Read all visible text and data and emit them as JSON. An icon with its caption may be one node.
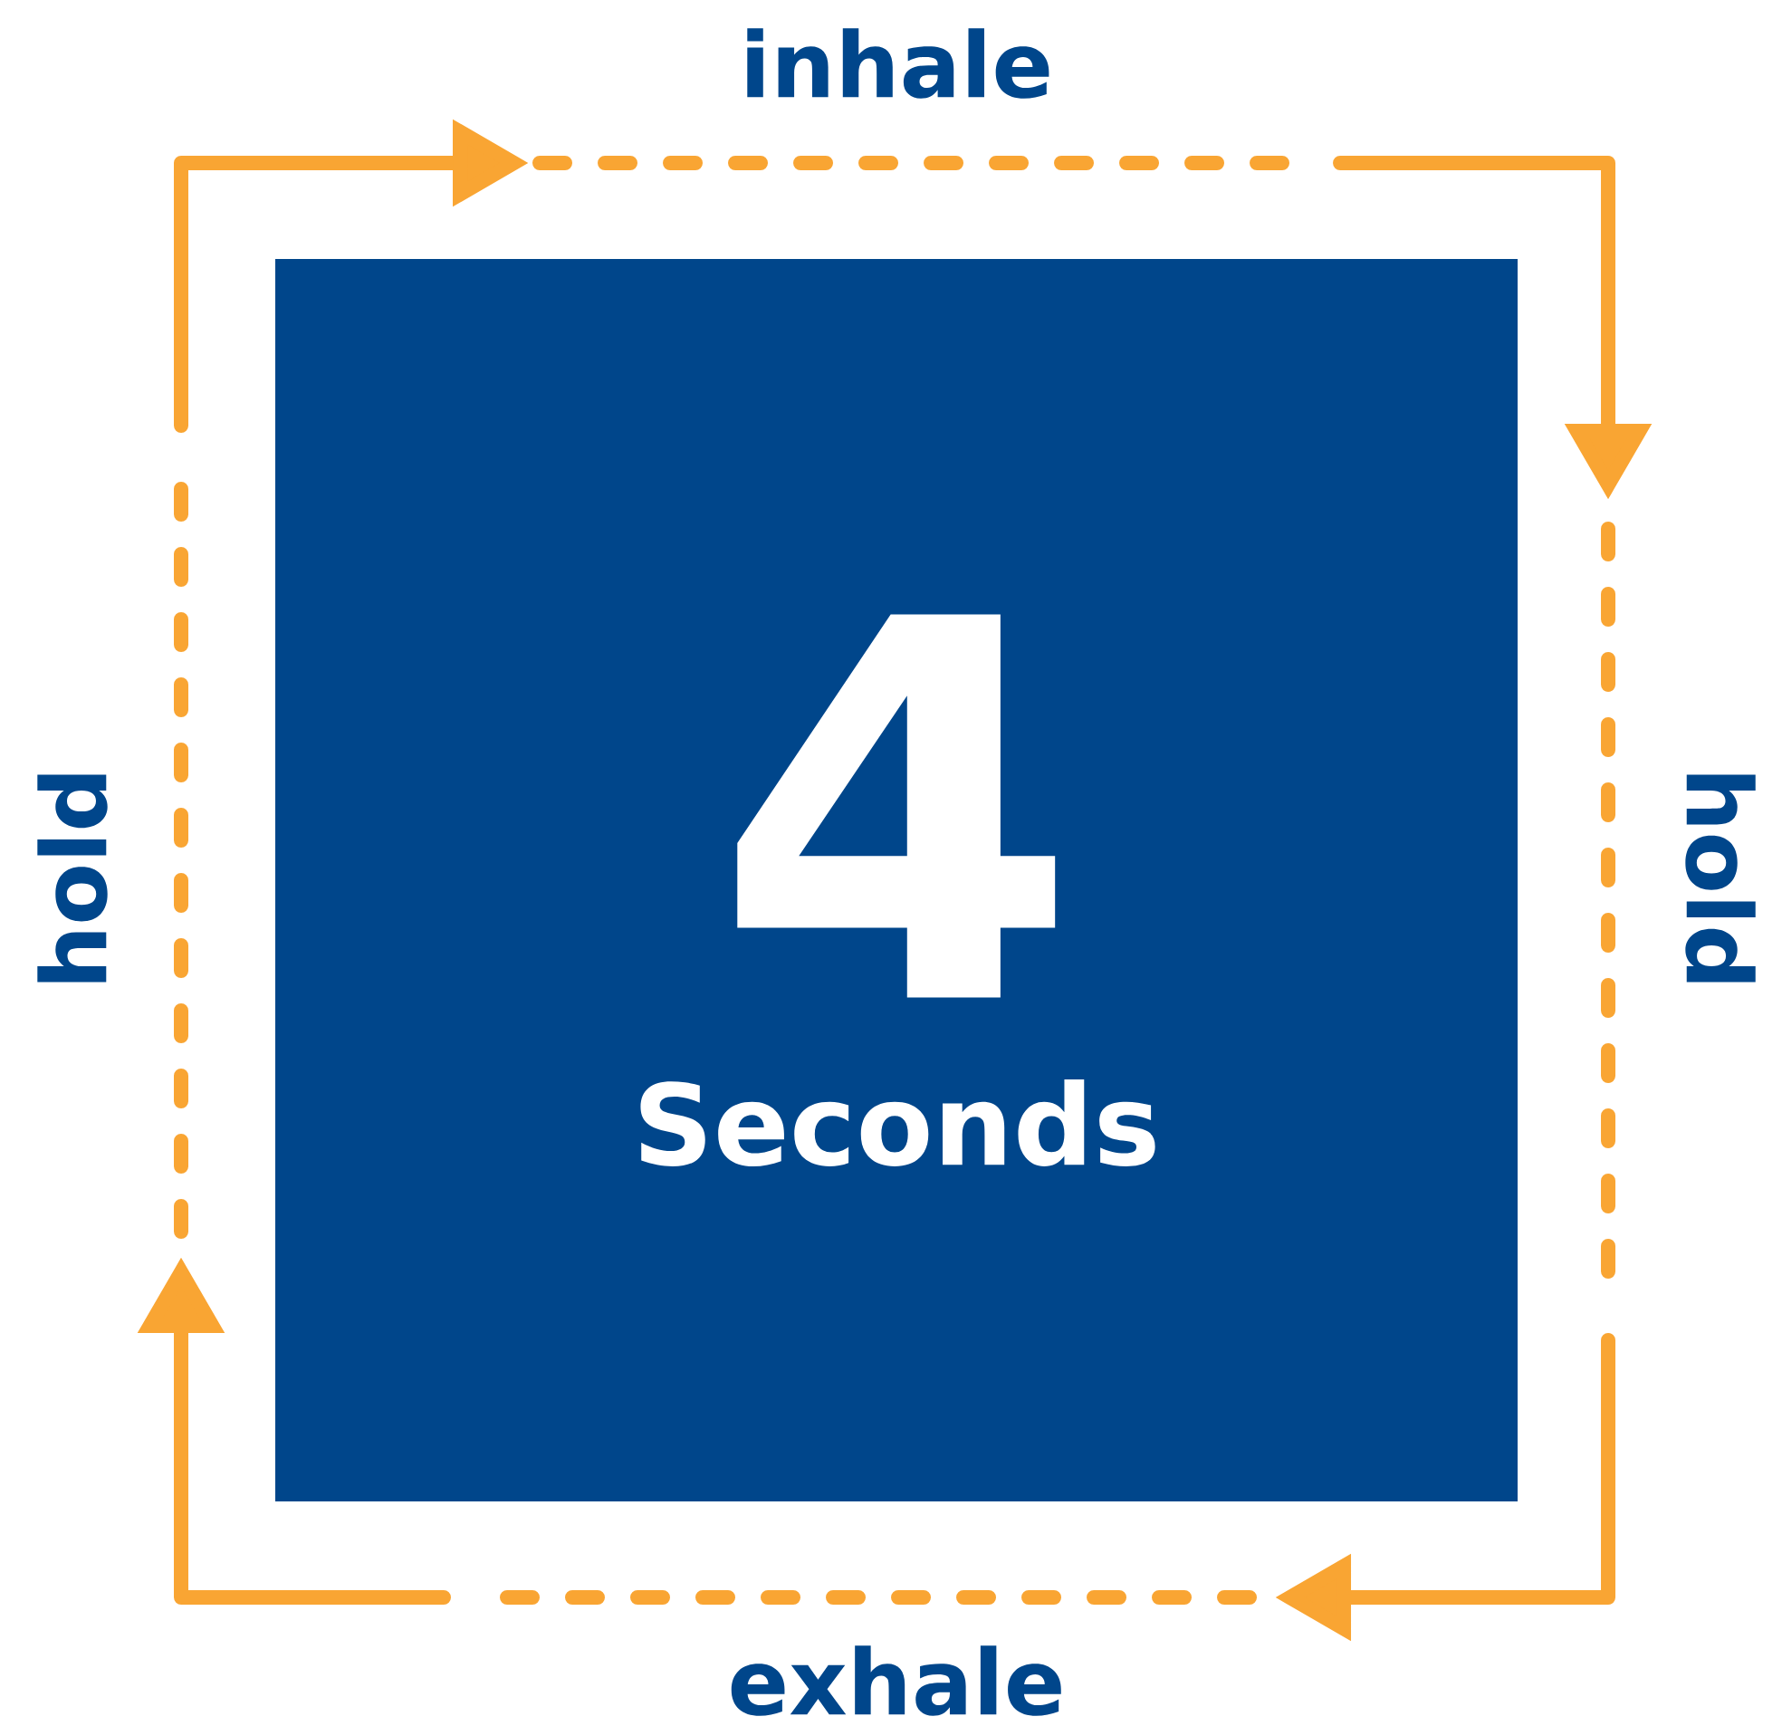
{
  "diagram": {
    "nodes": [
      {
        "text": [
          "4",
          "Seconds"
        ]
      }
    ],
    "labels": [
      "inhale",
      "hold",
      "exhale",
      "hold"
    ]
  }
}
